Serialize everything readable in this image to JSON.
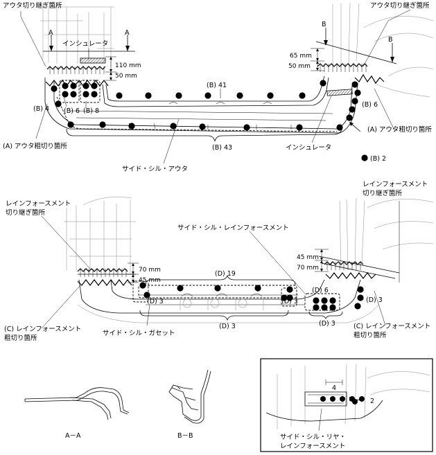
{
  "colors": {
    "ink": "#000000",
    "ghost": "#9a9a9a",
    "background": "#ffffff"
  },
  "section_a": {
    "marker": "A"
  },
  "section_b": {
    "marker": "B"
  },
  "top": {
    "outer_cut_joint": "アウタ切り継ぎ箇所",
    "outer_cut_joint_right": "アウタ切り継ぎ箇所",
    "insulator_top": "インシュレータ",
    "insulator_bottom": "インシュレータ",
    "dim_110": "110 mm",
    "dim_50_left": "50 mm",
    "dim_65": "65 mm",
    "dim_50_right": "50 mm",
    "b41": "(B) 41",
    "b4": "(B) 4",
    "b6_left": "(B) 6",
    "b8": "(B) 8",
    "b6_right": "(B) 6",
    "b43": "(B) 43",
    "b2": "(B) 2",
    "outer_rough_cut_left": "(A) アウタ粗切り箇所",
    "outer_rough_cut_right": "(A) アウタ粗切り箇所",
    "side_sill_outer": "サイド・シル・アウタ"
  },
  "middle": {
    "reinf_cut_joint_left": [
      "レインフォースメント",
      "切り継ぎ箇所"
    ],
    "reinf_cut_joint_right": [
      "レインフォースメント",
      "切り継ぎ箇所"
    ],
    "side_sill_reinforcement": "サイド・シル・レインフォースメント",
    "dim_70_left": "70 mm",
    "dim_45_left": "45 mm",
    "dim_45_right": "45 mm",
    "dim_70_right": "70 mm",
    "d19": "(D) 19",
    "d3_left": "(D) 3",
    "d3_mid": "(D) 3",
    "d6": "(D) 6",
    "d3_right": "(D) 3",
    "d3_bottom": "(D) 3",
    "d3_lower_right": "(D) 3",
    "reinf_rough_cut_left": [
      "(C) レインフォースメント",
      "粗切り箇所"
    ],
    "reinf_rough_cut_right": [
      "(C) レインフォースメント",
      "粗切り箇所"
    ],
    "side_sill_gusset": "サイド・シル・ガセット"
  },
  "bottom": {
    "section_aa": "A－A",
    "section_bb": "B－B",
    "inset_count_4": "4",
    "inset_count_2": "2",
    "inset_label": [
      "サイド・シル・リヤ・",
      "レインフォースメント"
    ]
  }
}
